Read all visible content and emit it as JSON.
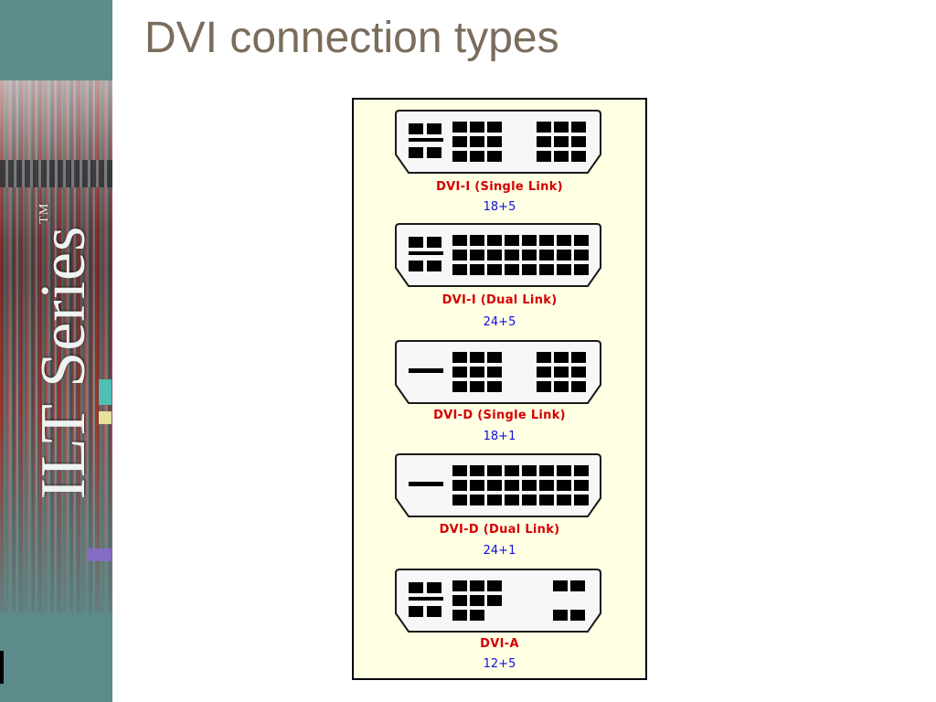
{
  "slide": {
    "title": "DVI connection types"
  },
  "banner": {
    "series_text": "ILT Series",
    "trademark": "TM"
  },
  "connectors": [
    {
      "name": "DVI-I (Single Link)",
      "pins": "18+5"
    },
    {
      "name": "DVI-I (Dual Link)",
      "pins": "24+5"
    },
    {
      "name": "DVI-D (Single Link)",
      "pins": "18+1"
    },
    {
      "name": "DVI-D (Dual Link)",
      "pins": "24+1"
    },
    {
      "name": "DVI-A",
      "pins": "12+5"
    }
  ],
  "colors": {
    "title": "#7b6c5c",
    "panel_background": "#ffffe3",
    "connector_name": "#d40000",
    "pin_count": "#1010e0",
    "banner_teal": "#5d8b8b"
  }
}
